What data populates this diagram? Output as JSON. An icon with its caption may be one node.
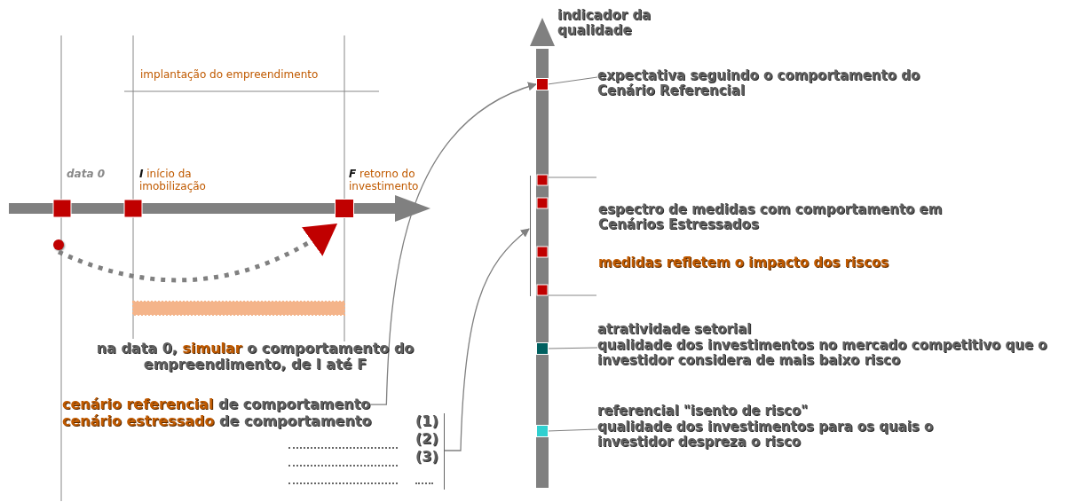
{
  "diagram": {
    "nodes": [
      {
        "text": [],
        "shape": "circle"
      },
      {
        "text": [],
        "shape": "box"
      },
      {
        "text": [
          "**cenário referencial** de comportamento"
        ]
      },
      {
        "text": [
          "**cenário estressado** de comportamento",
          "(1)",
          "(2)",
          "(3)"
        ]
      },
      {
        "text": [],
        "shape": "box"
      },
      {
        "text": [
          "expectativa seguindo o comportamento do Cenário Referencial"
        ]
      },
      {
        "text": [
          "espectro de medidas com comportamento em Cenários Estressados",
          "medidas refletem o impacto dos riscos"
        ]
      },
      {
        "text": [],
        "shape": "box"
      },
      {
        "text": [
          "atratividade setorial",
          "qualidade dos investimentos no mercado competitivo que o investidor considera de mais baixo risco"
        ]
      },
      {
        "text": [],
        "shape": "box"
      },
      {
        "text": [
          "referencial \"isento de risco\"",
          "qualidade dos investimentos para os quais o investidor despreza o risco"
        ]
      }
    ],
    "edges": [
      {
        "from": 0,
        "to": 1,
        "arrow": "to",
        "style": "dashed"
      },
      {
        "from": 2,
        "to": 4,
        "arrow": "to"
      },
      {
        "from": 3,
        "to": 6,
        "arrow": "to"
      },
      {
        "from": 5,
        "to": 4,
        "arrow": "none"
      },
      {
        "from": 8,
        "to": 7,
        "arrow": "none"
      },
      {
        "from": 10,
        "to": 9,
        "arrow": "none"
      }
    ],
    "labels": [
      "implantação do empreendimento",
      "data 0",
      "**I** início da imobilização",
      "**F** retorno do investimento",
      "na data 0, **simular** o comportamento do empreendimento, de I até F",
      "indicador da qualidade"
    ]
  }
}
